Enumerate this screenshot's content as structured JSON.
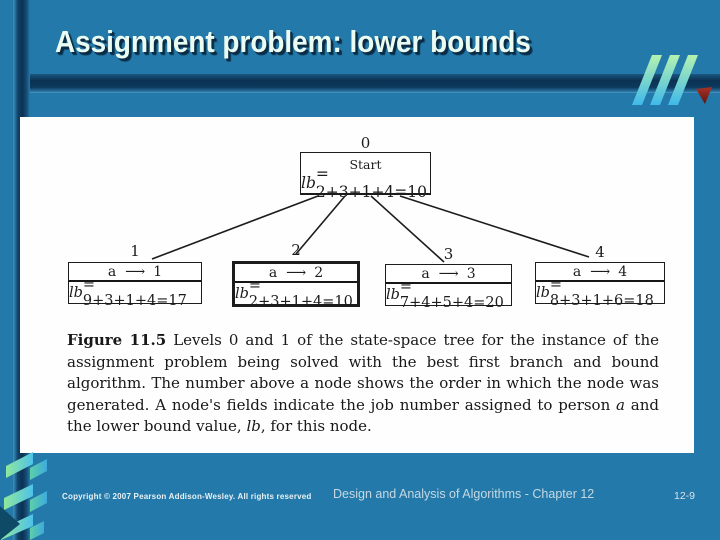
{
  "slide": {
    "title": "Assignment problem: lower bounds"
  },
  "figure": {
    "tree": {
      "root": {
        "order": "0",
        "name": "Start",
        "lb_label": "lb",
        "lb_value": " = 2+3+1+4=10"
      },
      "children": [
        {
          "order": "1",
          "person": "a",
          "arrow": "⟶",
          "job": "1",
          "lb_label": "lb",
          "lb_value": " = 9+3+1+4=17"
        },
        {
          "order": "2",
          "person": "a",
          "arrow": "⟶",
          "job": "2",
          "lb_label": "lb",
          "lb_value": " = 2+3+1+4=10"
        },
        {
          "order": "3",
          "person": "a",
          "arrow": "⟶",
          "job": "3",
          "lb_label": "lb",
          "lb_value": " = 7+4+5+4=20"
        },
        {
          "order": "4",
          "person": "a",
          "arrow": "⟶",
          "job": "4",
          "lb_label": "lb",
          "lb_value": " = 8+3+1+6=18"
        }
      ]
    },
    "caption": {
      "label": "Figure 11.5",
      "part1": "  Levels 0 and 1 of the state-space tree for the instance of the assignment problem being solved with the best first branch and bound algorithm.  The number above a node shows the order in which the node was generated.  A node's fields indicate the job number assigned to person ",
      "italic1": "a",
      "part2": " and the lower bound value, ",
      "italic2": "lb",
      "part3": ", for this node."
    }
  },
  "footer": {
    "copyright": "Copyright © 2007 Pearson Addison-Wesley. All rights reserved",
    "course": "Design and Analysis of Algorithms - Chapter 12",
    "page": "12-9"
  },
  "colors": {
    "background": "#2379A9",
    "bar_dark": "#0B3152",
    "title_text": "#EAFBF2",
    "accent_green": "#AFF0AC",
    "accent_cyan": "#46BCEC",
    "accent_red": "#8C2B20"
  }
}
